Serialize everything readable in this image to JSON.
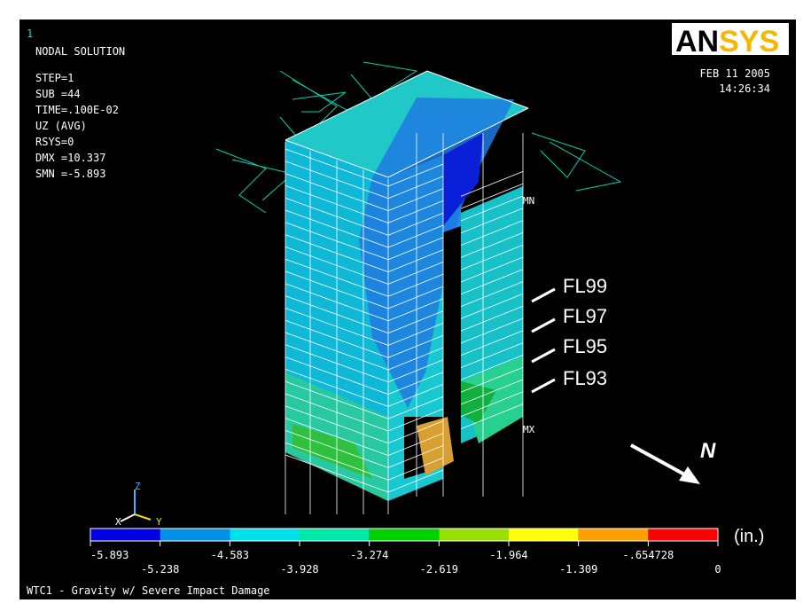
{
  "viewport": {
    "window_number": "1",
    "title": "NODAL SOLUTION",
    "params": [
      "STEP=1",
      "SUB =44",
      "TIME=.100E-02",
      "UZ        (AVG)",
      "RSYS=0",
      "DMX =10.337",
      "SMN =-5.893"
    ],
    "logo": {
      "prefix": "AN",
      "suffix": "SYS"
    },
    "date": "FEB 11 2005",
    "time": "14:26:34",
    "caption": "WTC1 - Gravity w/ Severe Impact Damage"
  },
  "markers": {
    "min": "MN",
    "max": "MX"
  },
  "floors": [
    "FL99",
    "FL97",
    "FL95",
    "FL93"
  ],
  "north_label": "N",
  "triad": {
    "x": "X",
    "y": "Y",
    "z": "Z"
  },
  "legend": {
    "unit": "(in.)",
    "colors": [
      "#0000e0",
      "#0090e8",
      "#00e0e8",
      "#00e8a8",
      "#00d000",
      "#98e000",
      "#ffff00",
      "#ffa000",
      "#ff0000"
    ],
    "labels_top": [
      "-5.893",
      "-4.583",
      "-3.274",
      "-1.964",
      "-.654728"
    ],
    "labels_bottom": [
      "-5.238",
      "-3.928",
      "-2.619",
      "-1.309",
      "0"
    ]
  },
  "colors": {
    "frame": "#00e0e0",
    "background": "#000000",
    "text": "#ffffff"
  }
}
